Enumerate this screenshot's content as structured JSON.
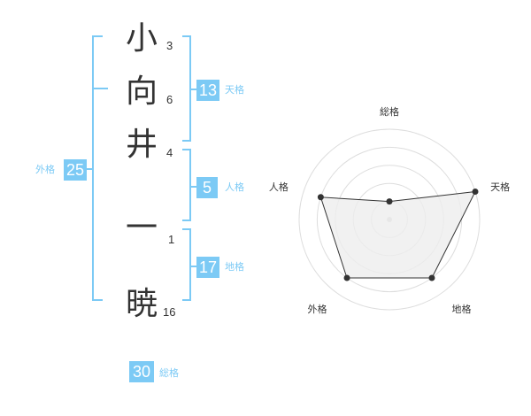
{
  "name_chars": [
    {
      "char": "小",
      "strokes": "3"
    },
    {
      "char": "向",
      "strokes": "6"
    },
    {
      "char": "井",
      "strokes": "4"
    },
    {
      "char": "一",
      "strokes": "1"
    },
    {
      "char": "暁",
      "strokes": "16"
    }
  ],
  "fortunes": {
    "tenkaku": {
      "value": "13",
      "label": "天格"
    },
    "jinkaku": {
      "value": "5",
      "label": "人格"
    },
    "chikaku": {
      "value": "17",
      "label": "地格"
    },
    "gaikaku": {
      "value": "25",
      "label": "外格"
    },
    "soukaku": {
      "value": "30",
      "label": "総格"
    }
  },
  "colors": {
    "accent": "#7ccaf5",
    "text": "#333333",
    "chart_line": "#333333",
    "chart_fill": "#eeeeee",
    "grid": "#dddddd"
  },
  "chart_data": {
    "type": "radar",
    "axes": [
      "総格",
      "天格",
      "地格",
      "外格",
      "人格"
    ],
    "values": [
      1,
      5,
      4,
      4,
      4
    ],
    "rmax": 5,
    "rings": 5
  }
}
